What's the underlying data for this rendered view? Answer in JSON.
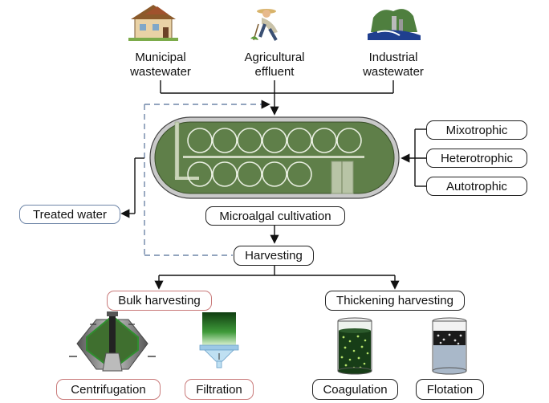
{
  "sources": {
    "municipal": "Municipal\nwastewater",
    "agricultural": "Agricultural\neffluent",
    "industrial": "Industrial\nwastewater"
  },
  "trophic_modes": [
    "Mixotrophic",
    "Heterotrophic",
    "Autotrophic"
  ],
  "cultivation_label": "Microalgal cultivation",
  "treated_water_label": "Treated water",
  "harvesting_label": "Harvesting",
  "bulk_harvesting_label": "Bulk harvesting",
  "thickening_harvesting_label": "Thickening harvesting",
  "methods": {
    "centrifugation": "Centrifugation",
    "filtration": "Filtration",
    "coagulation": "Coagulation",
    "flotation": "Flotation"
  },
  "colors": {
    "pond_fill": "#5f7f49",
    "pond_rim": "#c9c9c9",
    "bulk_border": "#c97a7a",
    "treated_border": "#6f86a8",
    "recycle_line": "#6f86a8"
  }
}
